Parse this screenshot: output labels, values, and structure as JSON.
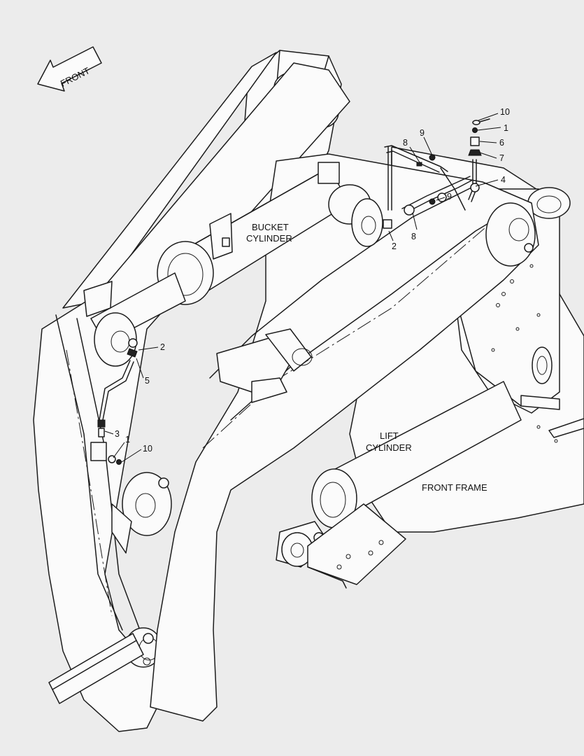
{
  "diagram": {
    "front_arrow_label": "FRONT",
    "labels": {
      "bucket_cylinder_line1": "BUCKET",
      "bucket_cylinder_line2": "CYLINDER",
      "lift_cylinder_line1": "LIFT",
      "lift_cylinder_line2": "CYLINDER",
      "front_frame": "FRONT FRAME"
    },
    "callouts": [
      {
        "id": "c10a",
        "text": "10"
      },
      {
        "id": "c1a",
        "text": "1"
      },
      {
        "id": "c6",
        "text": "6"
      },
      {
        "id": "c7",
        "text": "7"
      },
      {
        "id": "c4",
        "text": "4"
      },
      {
        "id": "c9a",
        "text": "9"
      },
      {
        "id": "c8a",
        "text": "8"
      },
      {
        "id": "c9b",
        "text": "9"
      },
      {
        "id": "c2a",
        "text": "2"
      },
      {
        "id": "c8b",
        "text": "8"
      },
      {
        "id": "c2b",
        "text": "2"
      },
      {
        "id": "c5",
        "text": "5"
      },
      {
        "id": "c3",
        "text": "3"
      },
      {
        "id": "c1b",
        "text": "1"
      },
      {
        "id": "c10b",
        "text": "10"
      }
    ]
  }
}
